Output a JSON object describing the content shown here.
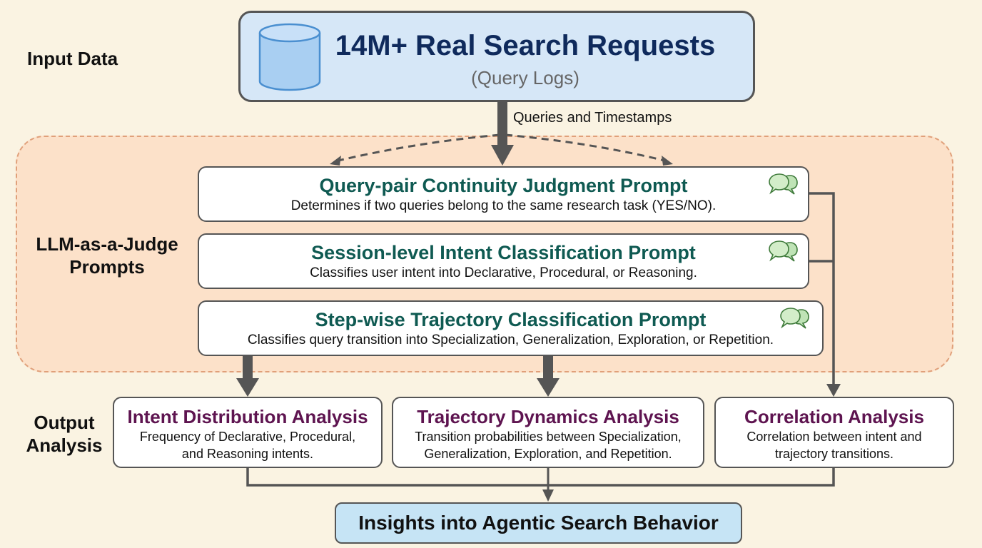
{
  "row_labels": {
    "input": "Input Data",
    "prompts_line1": "LLM-as-a-Judge",
    "prompts_line2": "Prompts",
    "output_line1": "Output",
    "output_line2": "Analysis"
  },
  "input_node": {
    "icon": "database-cylinder-icon",
    "title": "14M+ Real Search Requests",
    "subtitle": "(Query Logs)"
  },
  "edge_label": "Queries and Timestamps",
  "prompts": [
    {
      "title": "Query-pair Continuity Judgment Prompt",
      "description": "Determines if two queries belong to the same research task (YES/NO).",
      "icon": "chat-bubbles-icon"
    },
    {
      "title": "Session-level Intent Classification Prompt",
      "description": "Classifies user intent into Declarative, Procedural, or Reasoning.",
      "icon": "chat-bubbles-icon"
    },
    {
      "title": "Step-wise Trajectory Classification Prompt",
      "description": "Classifies query transition into Specialization, Generalization, Exploration, or Repetition.",
      "icon": "chat-bubbles-icon"
    }
  ],
  "outputs": [
    {
      "title": "Intent Distribution Analysis",
      "description_line1": "Frequency of Declarative, Procedural,",
      "description_line2": "and Reasoning intents."
    },
    {
      "title": "Trajectory Dynamics Analysis",
      "description_line1": "Transition probabilities between Specialization,",
      "description_line2": "Generalization, Exploration, and Repetition."
    },
    {
      "title": "Correlation Analysis",
      "description_line1": "Correlation between intent and",
      "description_line2": "trajectory transitions."
    }
  ],
  "final_node": {
    "title": "Insights into Agentic Search Behavior"
  },
  "colors": {
    "background": "#faf3e2",
    "prompt_region": "#fce1c9",
    "prompt_region_border": "#e0a07a",
    "input_box": "#d6e7f7",
    "input_title": "#0f2a5c",
    "prompt_title": "#0f5a52",
    "output_title": "#5e1450",
    "final_box": "#c6e4f5",
    "connector": "#555555",
    "chat_icon": "#a9d9a0"
  }
}
